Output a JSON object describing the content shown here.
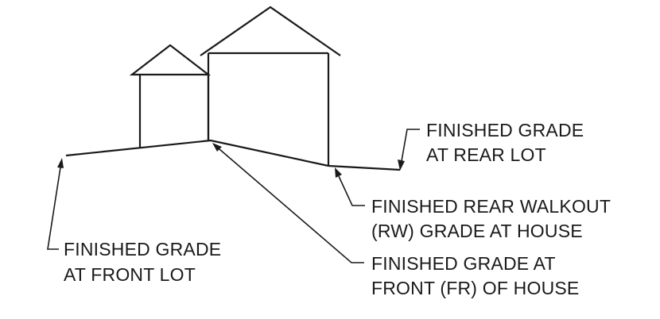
{
  "labels": {
    "grade_rear_lot": {
      "line1": "FINISHED GRADE",
      "line2": "AT REAR LOT"
    },
    "grade_rear_walkout": {
      "line1": "FINISHED REAR WALKOUT",
      "line2": "(RW) GRADE AT HOUSE"
    },
    "grade_front_lot": {
      "line1": "FINISHED GRADE",
      "line2": "AT FRONT LOT"
    },
    "grade_front_house": {
      "line1": "FINISHED GRADE AT",
      "line2": "FRONT (FR) OF HOUSE"
    }
  },
  "colors": {
    "line": "#1a1a1a",
    "background": "#ffffff"
  }
}
